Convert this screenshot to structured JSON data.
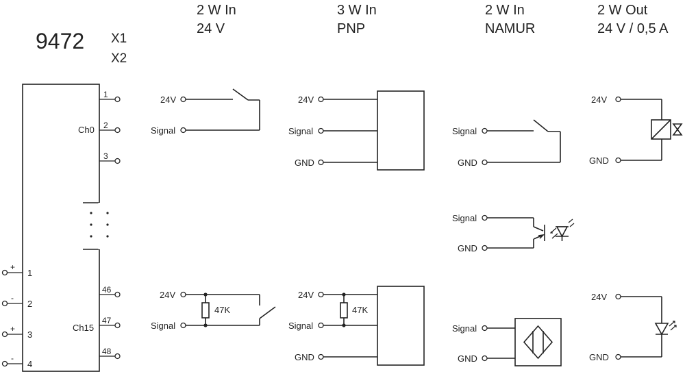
{
  "module": {
    "model": "9472",
    "connector_1": "X1",
    "connector_2": "X2"
  },
  "columns": [
    {
      "line1": "2 W In",
      "line2": "24 V"
    },
    {
      "line1": "3 W In",
      "line2": "PNP"
    },
    {
      "line1": "2 W In",
      "line2": "NAMUR"
    },
    {
      "line1": "2 W Out",
      "line2": "24 V / 0,5 A"
    }
  ],
  "channels": {
    "first": "Ch0",
    "last": "Ch15"
  },
  "pins_top": [
    "1",
    "2",
    "3"
  ],
  "pins_bottom": [
    "46",
    "47",
    "48"
  ],
  "supply_pins": [
    {
      "polarity": "+",
      "number": "1"
    },
    {
      "polarity": "-",
      "number": "2"
    },
    {
      "polarity": "+",
      "number": "3"
    },
    {
      "polarity": "-",
      "number": "4"
    }
  ],
  "labels": {
    "v24": "24V",
    "signal": "Signal",
    "gnd": "GND",
    "resistor": "47K"
  },
  "icons": [
    "terminal-circle-icon",
    "switch-contact-icon",
    "resistor-icon",
    "relay-coil-icon",
    "valve-icon",
    "led-icon",
    "optocoupler-icon",
    "inductive-sensor-icon"
  ]
}
